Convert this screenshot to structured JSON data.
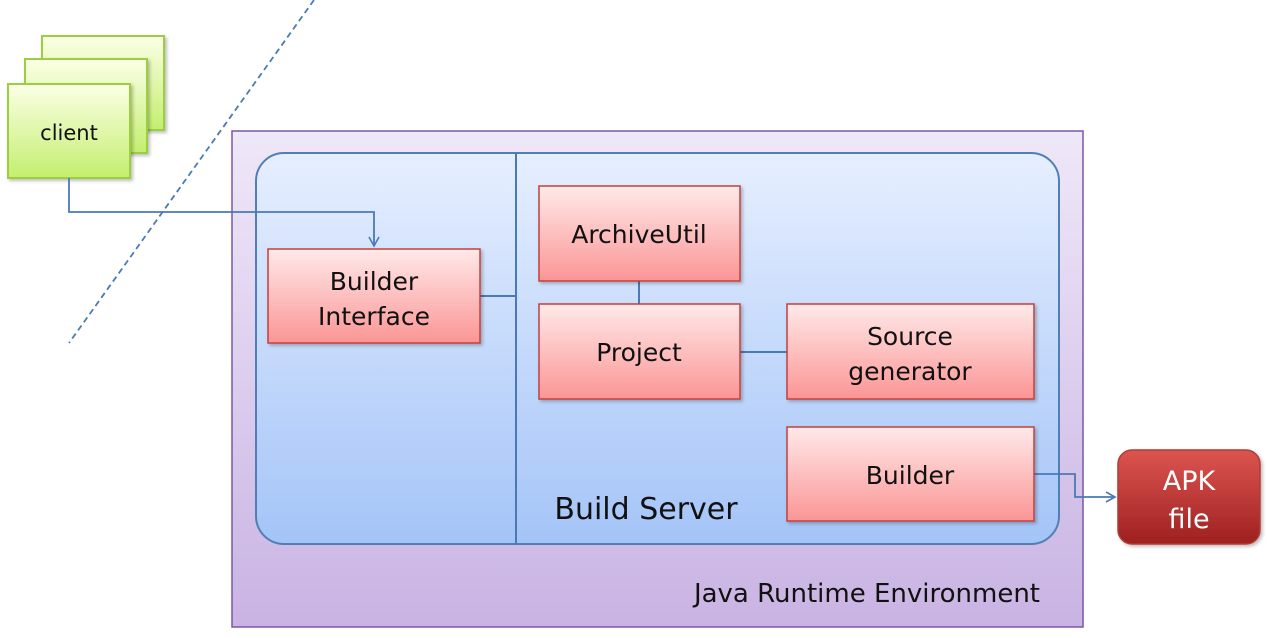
{
  "clients": {
    "label": "client",
    "stack_count": 3
  },
  "jre": {
    "label": "Java Runtime Environment"
  },
  "build_server": {
    "label": "Build Server"
  },
  "components": {
    "builder_interface": {
      "line1": "Builder",
      "line2": "Interface"
    },
    "archive_util": {
      "label": "ArchiveUtil"
    },
    "project": {
      "label": "Project"
    },
    "source_generator": {
      "line1": "Source",
      "line2": "generator"
    },
    "builder": {
      "label": "Builder"
    }
  },
  "apk": {
    "line1": "APK",
    "line2": "file"
  },
  "colors": {
    "client_fill_top": "#fbffe6",
    "client_fill_bottom": "#c4ee6e",
    "client_border": "#9ccf3f",
    "jre_fill_top": "#efe8f8",
    "jre_fill_bottom": "#c9b3e3",
    "jre_border": "#7a57a8",
    "server_fill_top": "#e6efff",
    "server_fill_bottom": "#a4c4f7",
    "server_border": "#4f7fb5",
    "component_fill_top": "#ffe9e9",
    "component_fill_bottom": "#fb9595",
    "component_border": "#c2413d",
    "apk_fill_top": "#d9534f",
    "apk_fill_bottom": "#9e2020",
    "connector": "#4a7ab5"
  }
}
